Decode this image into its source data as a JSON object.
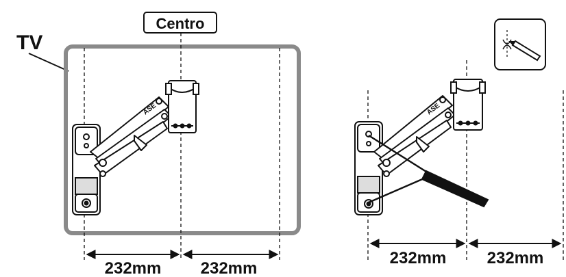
{
  "tv_label": "TV",
  "center_label": "Centro",
  "left_panel": {
    "dim_left": "232mm",
    "dim_right": "232mm"
  },
  "right_panel": {
    "dim_left": "232mm",
    "dim_right": "232mm",
    "icon": "pencil-mark-icon"
  },
  "colors": {
    "tv_frame": "#8a8a8a",
    "line": "#111111"
  }
}
